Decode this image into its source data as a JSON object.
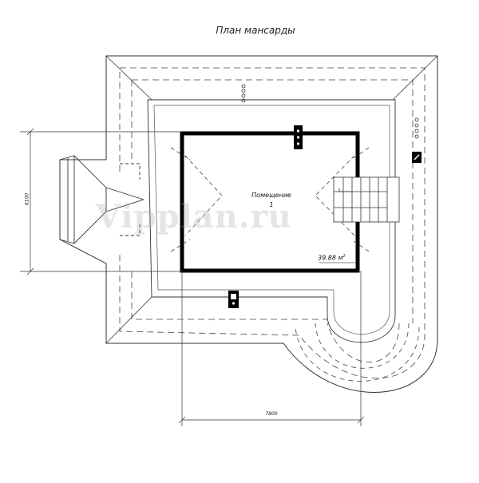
{
  "title": "План мансарды",
  "room": {
    "name": "Помещение",
    "number": "1",
    "area_value": "39.88 м",
    "area_exp": "2"
  },
  "dimensions": {
    "width": "7800",
    "depth": "6100"
  },
  "watermark": "Vipplan.ru",
  "colors": {
    "wall": "#000000",
    "line": "#333333",
    "watermark": "#a0a0a0"
  }
}
